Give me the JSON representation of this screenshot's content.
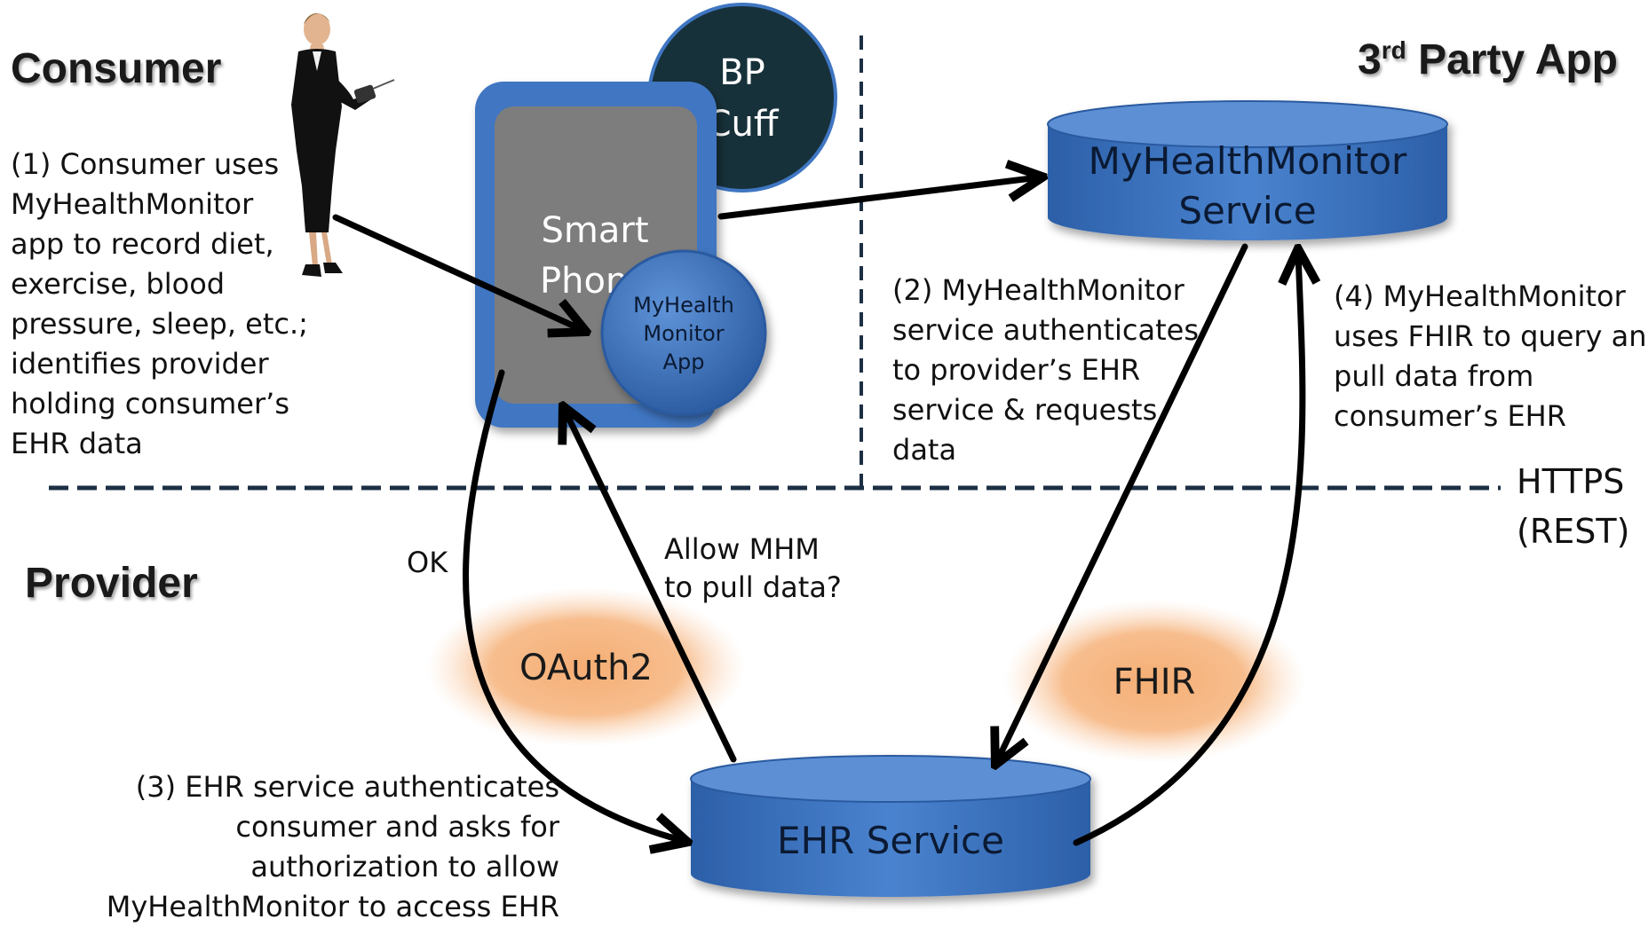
{
  "consumer": {
    "heading": "Consumer",
    "step1_lines": [
      "(1) Consumer uses",
      "MyHealthMonitor",
      "app to record diet,",
      "exercise, blood",
      "pressure, sleep, etc.;",
      "identifies provider",
      "holding consumer’s",
      "EHR data"
    ]
  },
  "third_party": {
    "heading_prefix": "3",
    "heading_sup": "rd",
    "heading_rest": " Party App"
  },
  "provider": {
    "heading": "Provider"
  },
  "devices": {
    "bp_cuff_line1": "BP",
    "bp_cuff_line2": "Cuff",
    "smartphone_line1": "Smart",
    "smartphone_line2": "Phone",
    "app_line1": "MyHealth",
    "app_line2": "Monitor",
    "app_line3": "App"
  },
  "services": {
    "mhm_line1": "MyHealthMonitor",
    "mhm_line2": "Service",
    "ehr": "EHR Service"
  },
  "steps": {
    "step2_lines": [
      "(2) MyHealthMonitor",
      "service authenticates",
      "to provider’s EHR",
      "service & requests",
      "data"
    ],
    "step3_lines": [
      "(3) EHR service authenticates",
      "consumer and asks for",
      "authorization to allow",
      "MyHealthMonitor to access EHR"
    ],
    "step4_lines": [
      "(4) MyHealthMonitor",
      "uses FHIR to query and",
      "pull data from",
      "consumer’s EHR"
    ]
  },
  "labels": {
    "https_line1": "HTTPS",
    "https_line2": "(REST)",
    "ok": "OK",
    "allow_line1": "Allow MHM",
    "allow_line2": "to pull data?",
    "oauth": "OAuth2",
    "fhir": "FHIR"
  },
  "colors": {
    "blue_mid": "#3f76c2",
    "blue_dark": "#2a5aa0",
    "blue_top": "#5d8fd4",
    "phone_screen": "#7d7d7d",
    "bp_cuff": "#17313a",
    "orange_glow": "#f6b27a",
    "dashed": "#1c2f44"
  }
}
